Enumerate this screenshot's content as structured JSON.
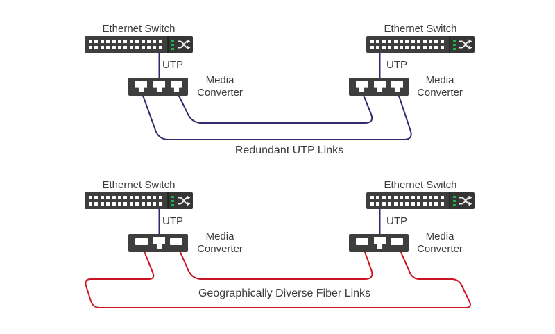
{
  "colors": {
    "background": "#ffffff",
    "device": "#3e3e3e",
    "port": "#ffffff",
    "led_green": "#22b14c",
    "icon": "#ececec",
    "utp_link": "#2f2b6d",
    "fiber_link": "#cb1421",
    "text": "#3b3b3b"
  },
  "labels": {
    "ethernet_switch": "Ethernet Switch",
    "media_converter_line1": "Media",
    "media_converter_line2": "Converter",
    "utp_cable": "UTP"
  },
  "diagrams": [
    {
      "caption": "Redundant UTP Links",
      "link_type": "UTP",
      "link_color": "#2f2b6d"
    },
    {
      "caption": "Geographically Diverse Fiber Links",
      "link_type": "Fiber",
      "link_color": "#cb1421"
    }
  ]
}
